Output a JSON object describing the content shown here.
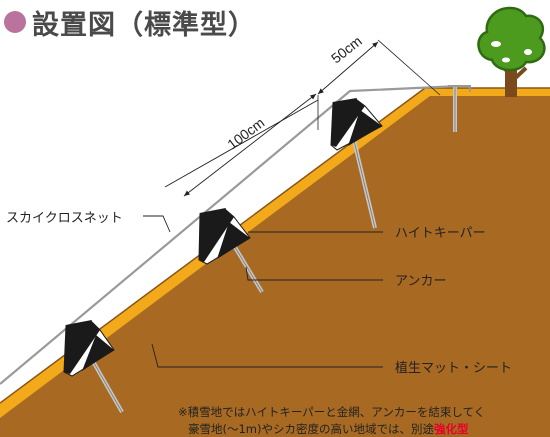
{
  "title": "設置図（標準型）",
  "dimensions": {
    "upper": "50cm",
    "lower": "100cm"
  },
  "labels": {
    "net": "スカイクロスネット",
    "keeper": "ハイトキーパー",
    "anchor": "アンカー",
    "mat": "植生マット・シート"
  },
  "notes": {
    "line1": "※積雪地ではハイトキーパーと金網、アンカーを結束してく",
    "line2_prefix": "豪雪地(～1m)やシカ密度の高い地域では、別途",
    "line2_highlight": "強化型"
  },
  "colors": {
    "title_dot": "#b9739c",
    "soil": "#a86a22",
    "mat": "#f2a91a",
    "net": "#9a9a9a",
    "keeper": "#1a1a1a",
    "anchor": "#c6c6c6",
    "tree_foliage": "#4c9a1e",
    "tree_trunk": "#7a4a1e",
    "highlight": "#e8002a"
  }
}
